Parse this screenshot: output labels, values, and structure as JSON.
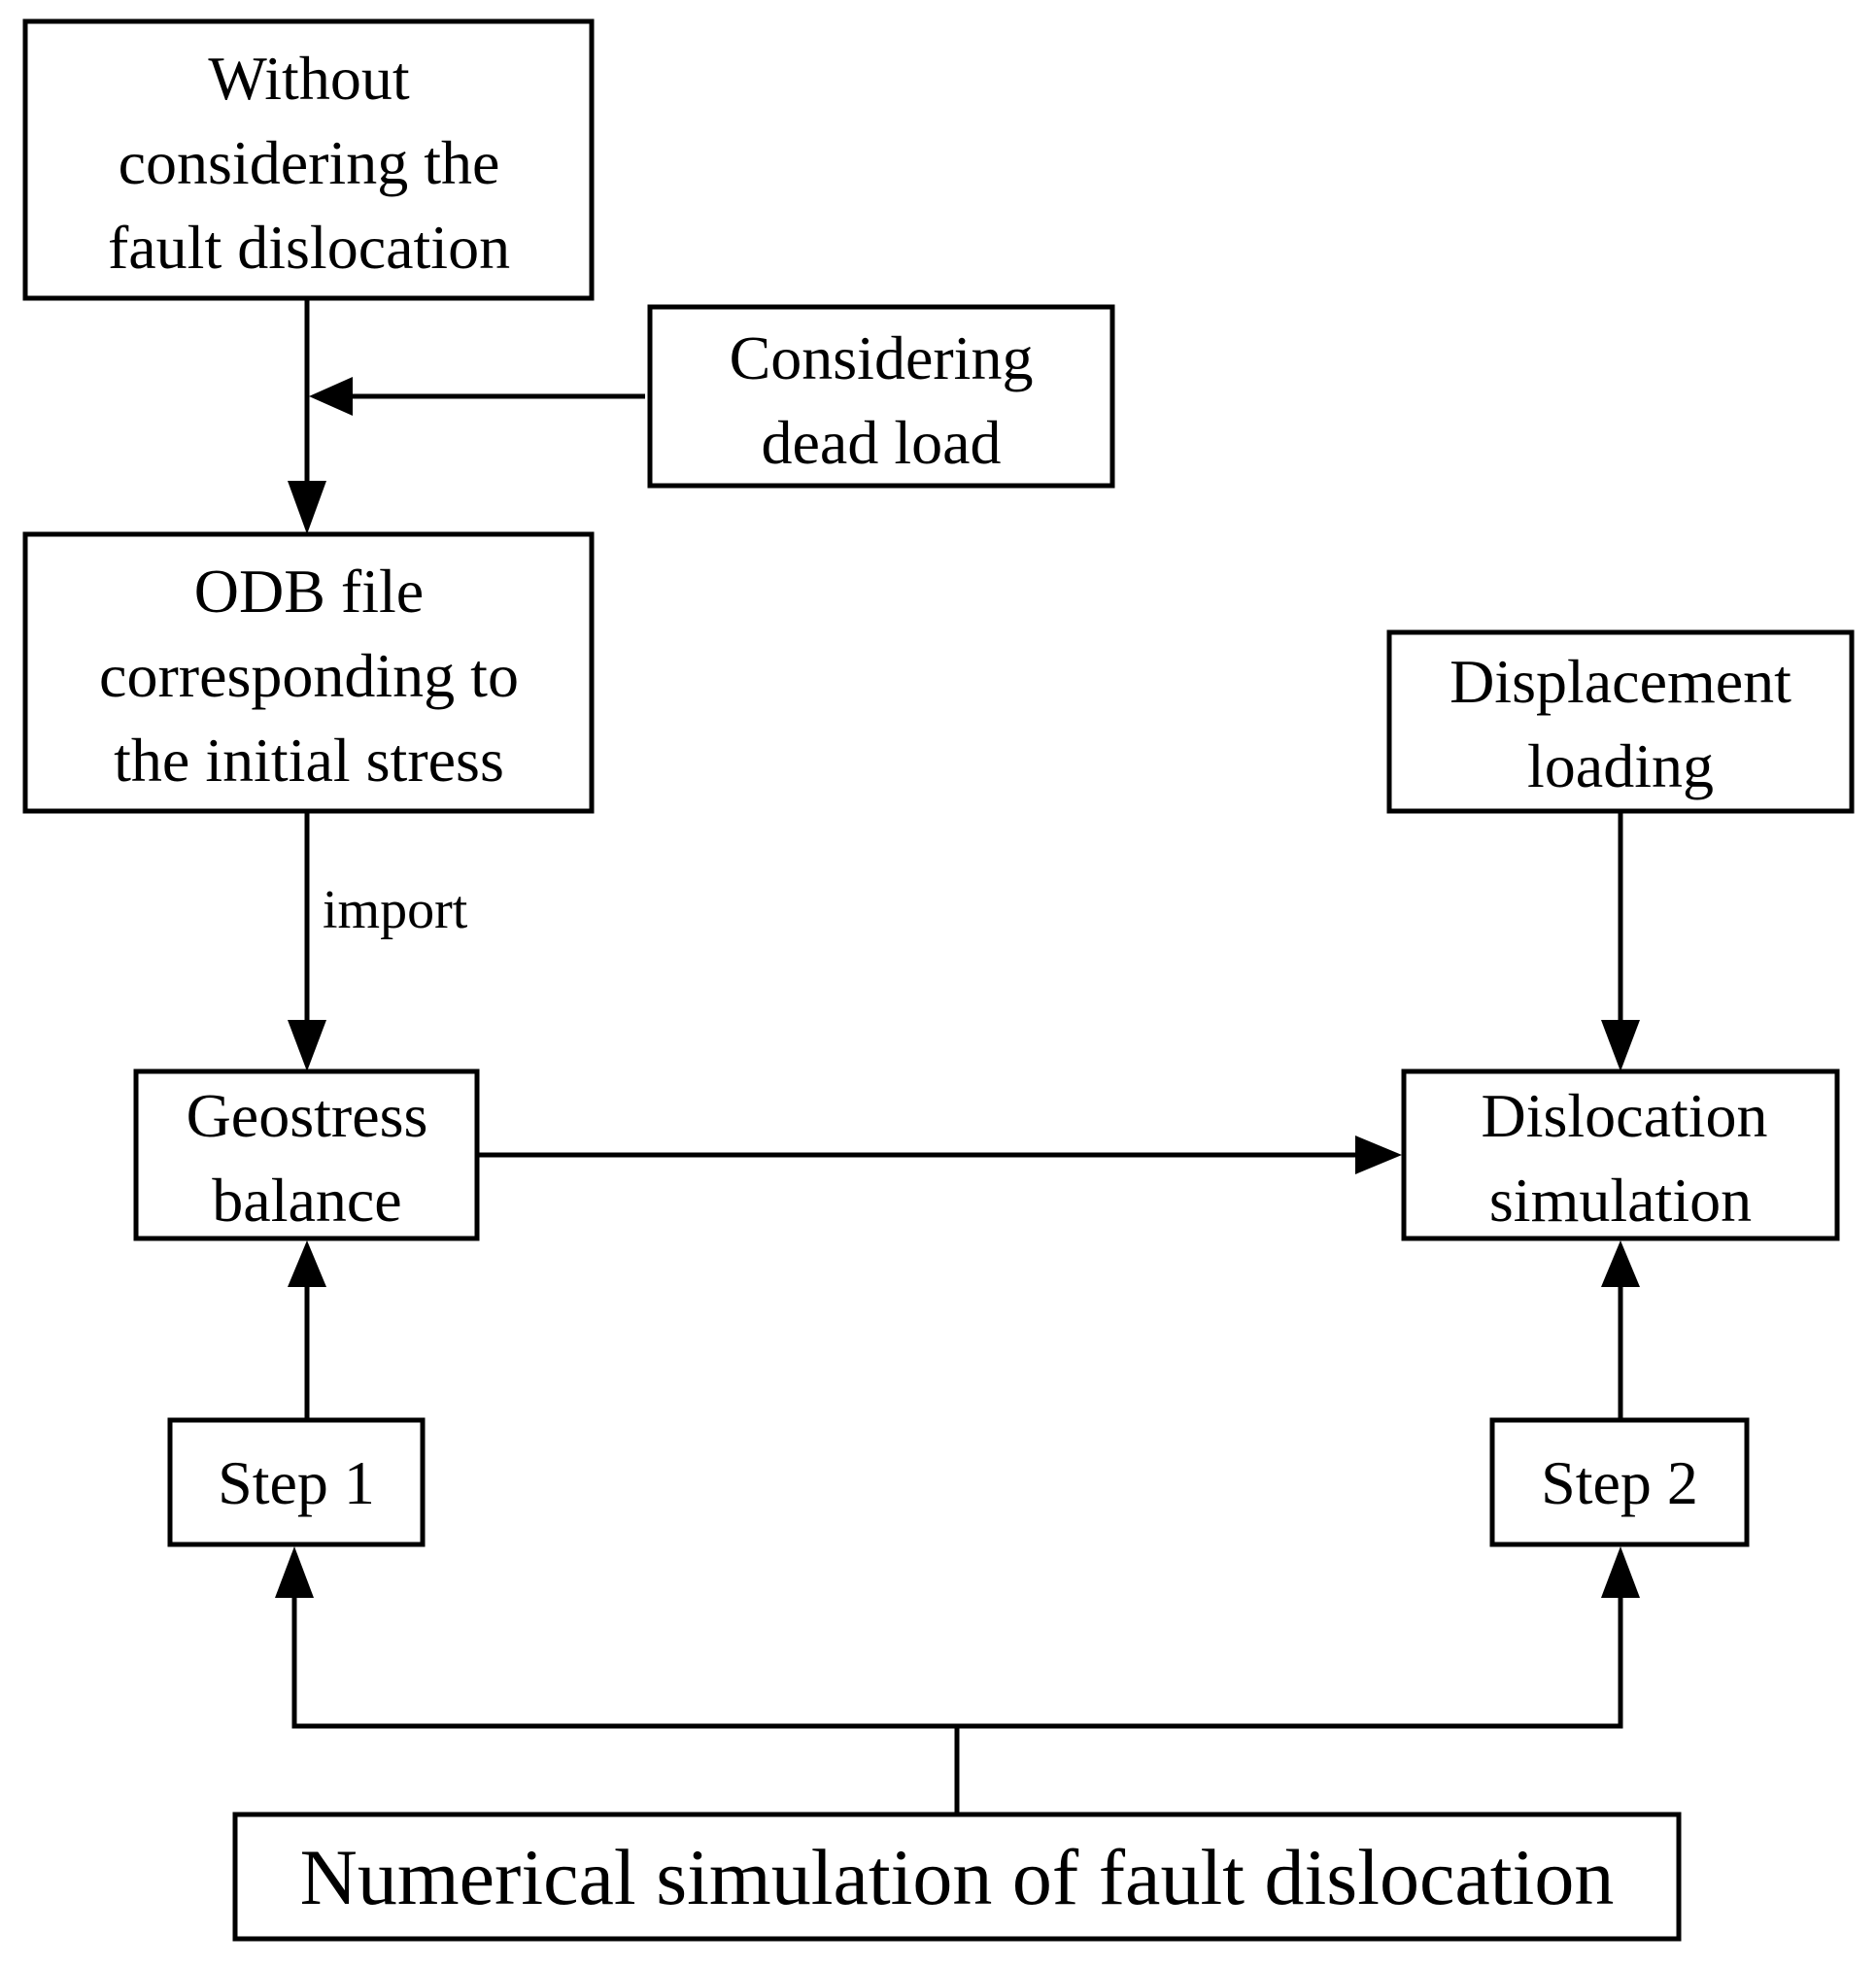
{
  "nodes": {
    "without_fault": {
      "lines": [
        "Without",
        "considering the",
        "fault dislocation"
      ]
    },
    "dead_load": {
      "lines": [
        "Considering",
        "dead load"
      ]
    },
    "odb_file": {
      "lines": [
        "ODB file",
        "corresponding to",
        "the initial stress"
      ]
    },
    "displacement_loading": {
      "lines": [
        "Displacement",
        "loading"
      ]
    },
    "geostress_balance": {
      "lines": [
        "Geostress",
        "balance"
      ]
    },
    "dislocation_simulation": {
      "lines": [
        "Dislocation",
        "simulation"
      ]
    },
    "step1": {
      "lines": [
        "Step 1"
      ]
    },
    "step2": {
      "lines": [
        "Step 2"
      ]
    },
    "numerical_simulation": {
      "lines": [
        "Numerical simulation of fault dislocation"
      ]
    }
  },
  "edges": {
    "import_label": "import"
  },
  "colors": {
    "stroke": "#000000",
    "background": "#ffffff"
  }
}
